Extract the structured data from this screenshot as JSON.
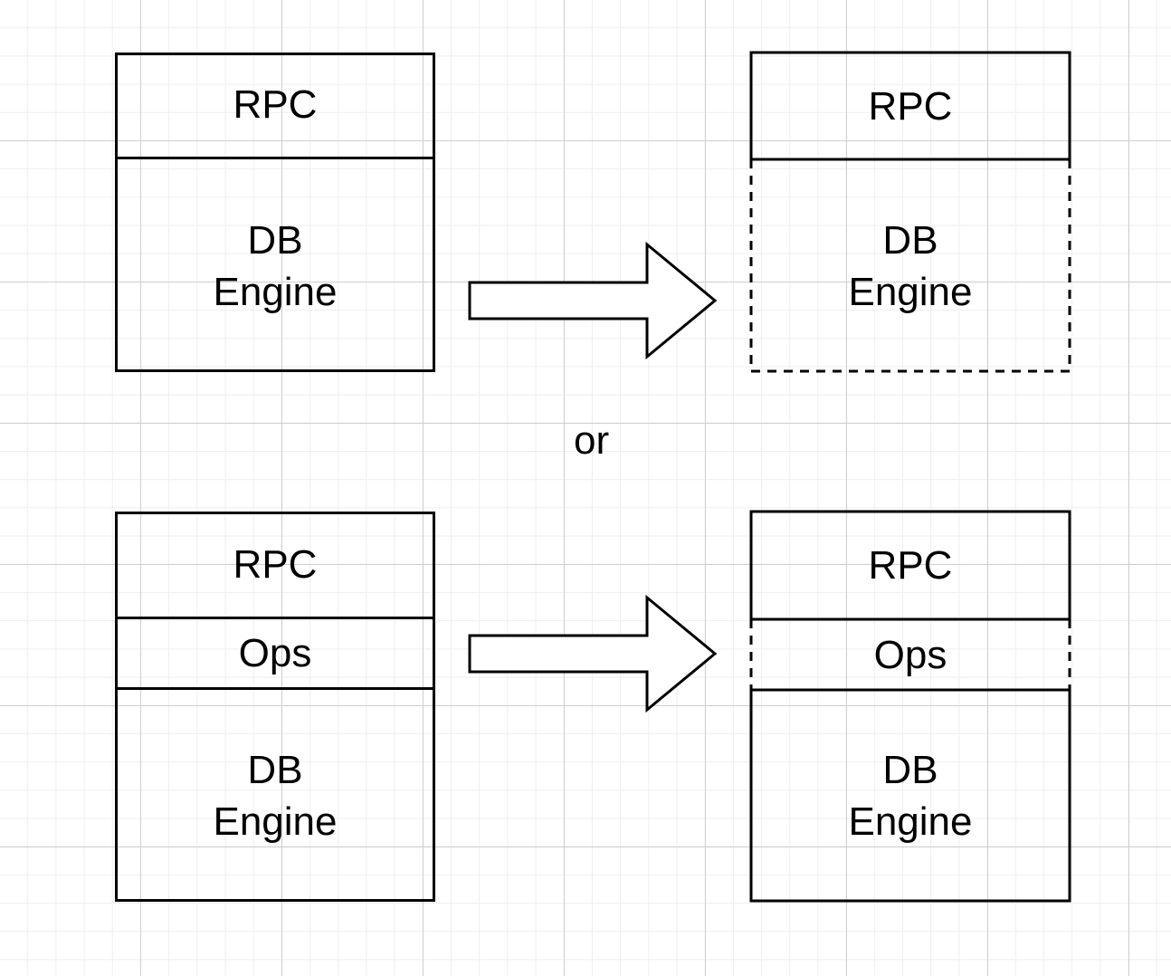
{
  "diagrams": {
    "top_left": {
      "rpc": "RPC",
      "engine": "DB\nEngine"
    },
    "top_right": {
      "rpc": "RPC",
      "engine": "DB\nEngine"
    },
    "bottom_left": {
      "rpc": "RPC",
      "ops": "Ops",
      "engine": "DB\nEngine"
    },
    "bottom_right": {
      "rpc": "RPC",
      "ops": "Ops",
      "engine": "DB\nEngine"
    }
  },
  "separator": "or"
}
